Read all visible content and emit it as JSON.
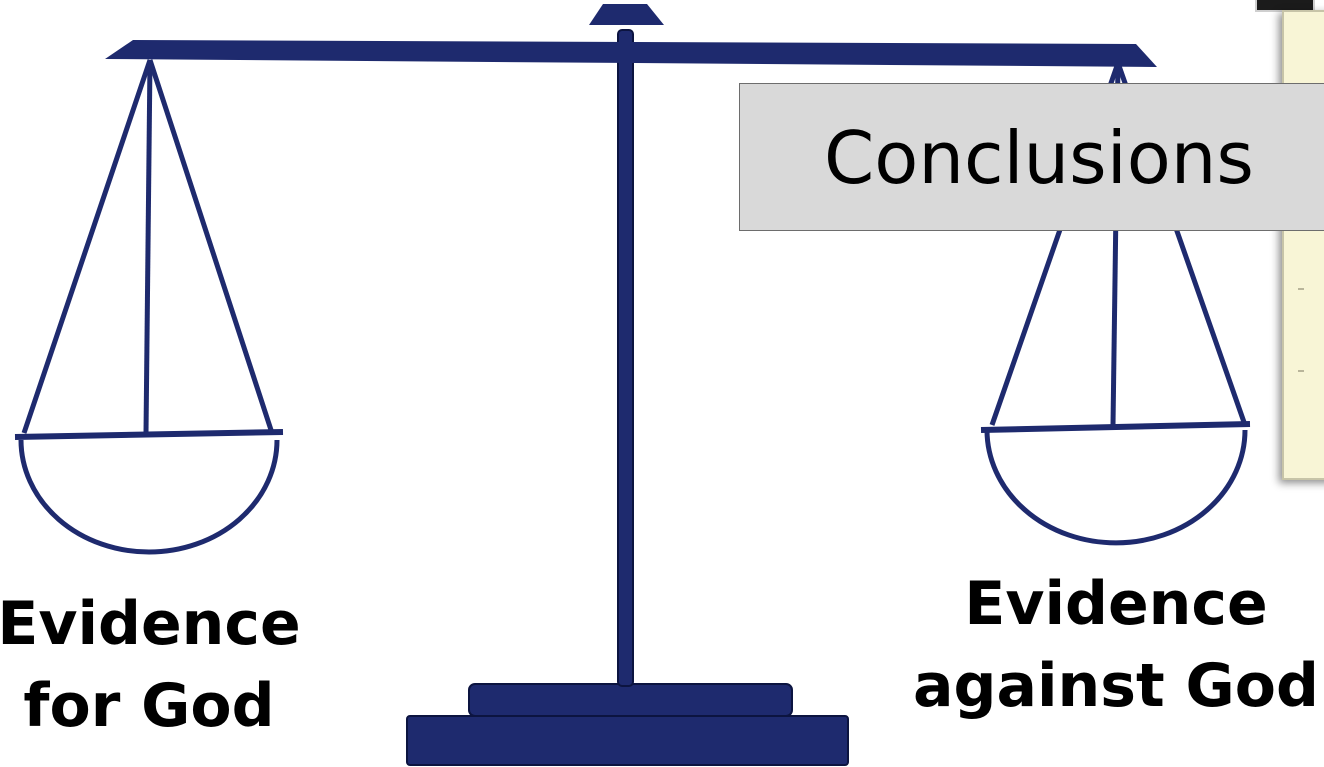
{
  "conclusions_label": "Conclusions",
  "left_pan": {
    "line1": "Evidence",
    "line2": "for God"
  },
  "right_pan": {
    "line1": "Evidence",
    "line2": "against God"
  },
  "colors": {
    "scale": "#1e2a6e",
    "conclusions_box": "#d9d9d9",
    "paper": "#f8f5d6"
  }
}
